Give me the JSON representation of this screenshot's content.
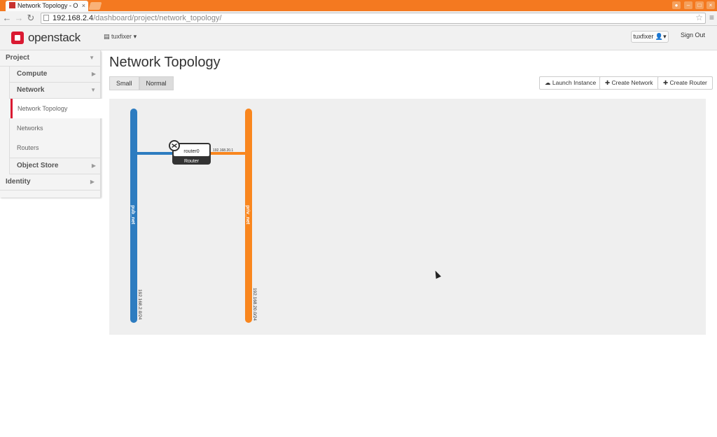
{
  "browser": {
    "tab_title": "Network Topology - O",
    "tab_close": "×",
    "url_host": "192.168.2.4",
    "url_path": "/dashboard/project/network_topology/",
    "colors": {
      "titlebar": "#f47920"
    }
  },
  "header": {
    "logo_text": "openstack",
    "project_name": "tuxfixer",
    "user_name": "tuxfixer",
    "sign_out": "Sign Out"
  },
  "sidebar": {
    "project": "Project",
    "compute": "Compute",
    "network": "Network",
    "items": [
      "Network Topology",
      "Networks",
      "Routers"
    ],
    "object_store": "Object Store",
    "identity": "Identity"
  },
  "main": {
    "title": "Network Topology",
    "view_small": "Small",
    "view_normal": "Normal",
    "launch_instance": "Launch Instance",
    "create_network": "Create Network",
    "create_router": "Create Router"
  },
  "topology": {
    "networks": [
      {
        "name": "pub_net",
        "cidr": "192.168.2.0/24",
        "color": "#2d7cc0"
      },
      {
        "name": "priv_net",
        "cidr": "192.168.20.0/24",
        "color": "#f9861e"
      }
    ],
    "router": {
      "name": "router0",
      "type": "Router",
      "port_label": "192.168.20.1"
    }
  }
}
